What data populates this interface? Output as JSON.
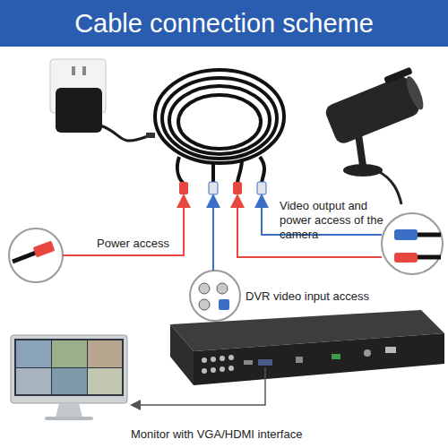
{
  "diagram": {
    "title": "Cable connection scheme",
    "labels": [
      "Power access",
      "Video output and power access of the camera",
      "DVR video input access",
      "Monitor with VGA/HDMI interface"
    ]
  }
}
